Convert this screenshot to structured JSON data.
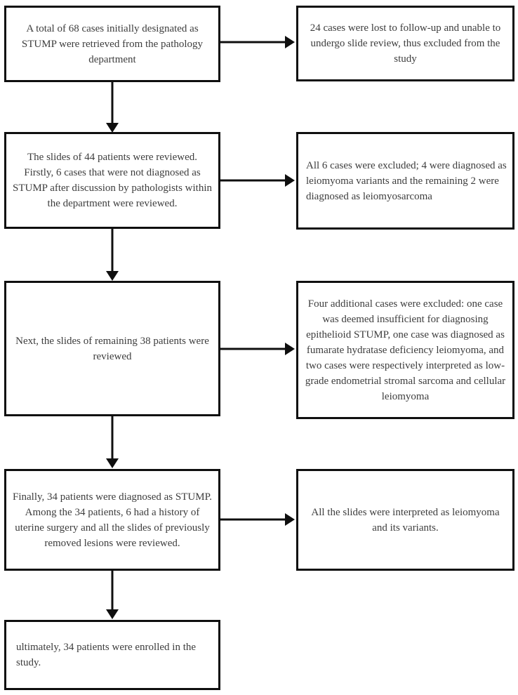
{
  "figure": {
    "type": "study-flow-diagram",
    "background_color": "#ffffff",
    "box_border_color": "#0f0f0f",
    "arrow_color": "#0f0f0f",
    "text_color": "#3d3d3d"
  },
  "flow": {
    "main": [
      {
        "text": "A total of 68 cases initially designated as STUMP were retrieved from the pathology department"
      },
      {
        "text": "The slides of 44 patients were reviewed. Firstly, 6 cases that were not diagnosed as STUMP after discussion by pathologists within the department were reviewed."
      },
      {
        "text": "Next, the slides of remaining 38 patients were reviewed"
      },
      {
        "text": "Finally, 34 patients were diagnosed as STUMP. Among the 34 patients, 6 had a history of uterine surgery and all the slides of previously removed lesions were reviewed."
      },
      {
        "text": "ultimately, 34 patients were enrolled in the study."
      }
    ],
    "side": [
      {
        "text": "24 cases were lost to follow-up and unable to undergo slide review, thus excluded from the study"
      },
      {
        "text": "All 6 cases were excluded; 4 were diagnosed as leiomyoma variants and the remaining 2 were diagnosed as leiomyosarcoma"
      },
      {
        "text": "Four additional cases were excluded: one case was deemed insufficient for diagnosing epithelioid STUMP, one case was diagnosed as fumarate hydratase deficiency leiomyoma, and two cases were respectively interpreted as low-grade endometrial stromal sarcoma and cellular leiomyoma"
      },
      {
        "text": "All the slides were interpreted as leiomyoma and its variants."
      }
    ]
  }
}
